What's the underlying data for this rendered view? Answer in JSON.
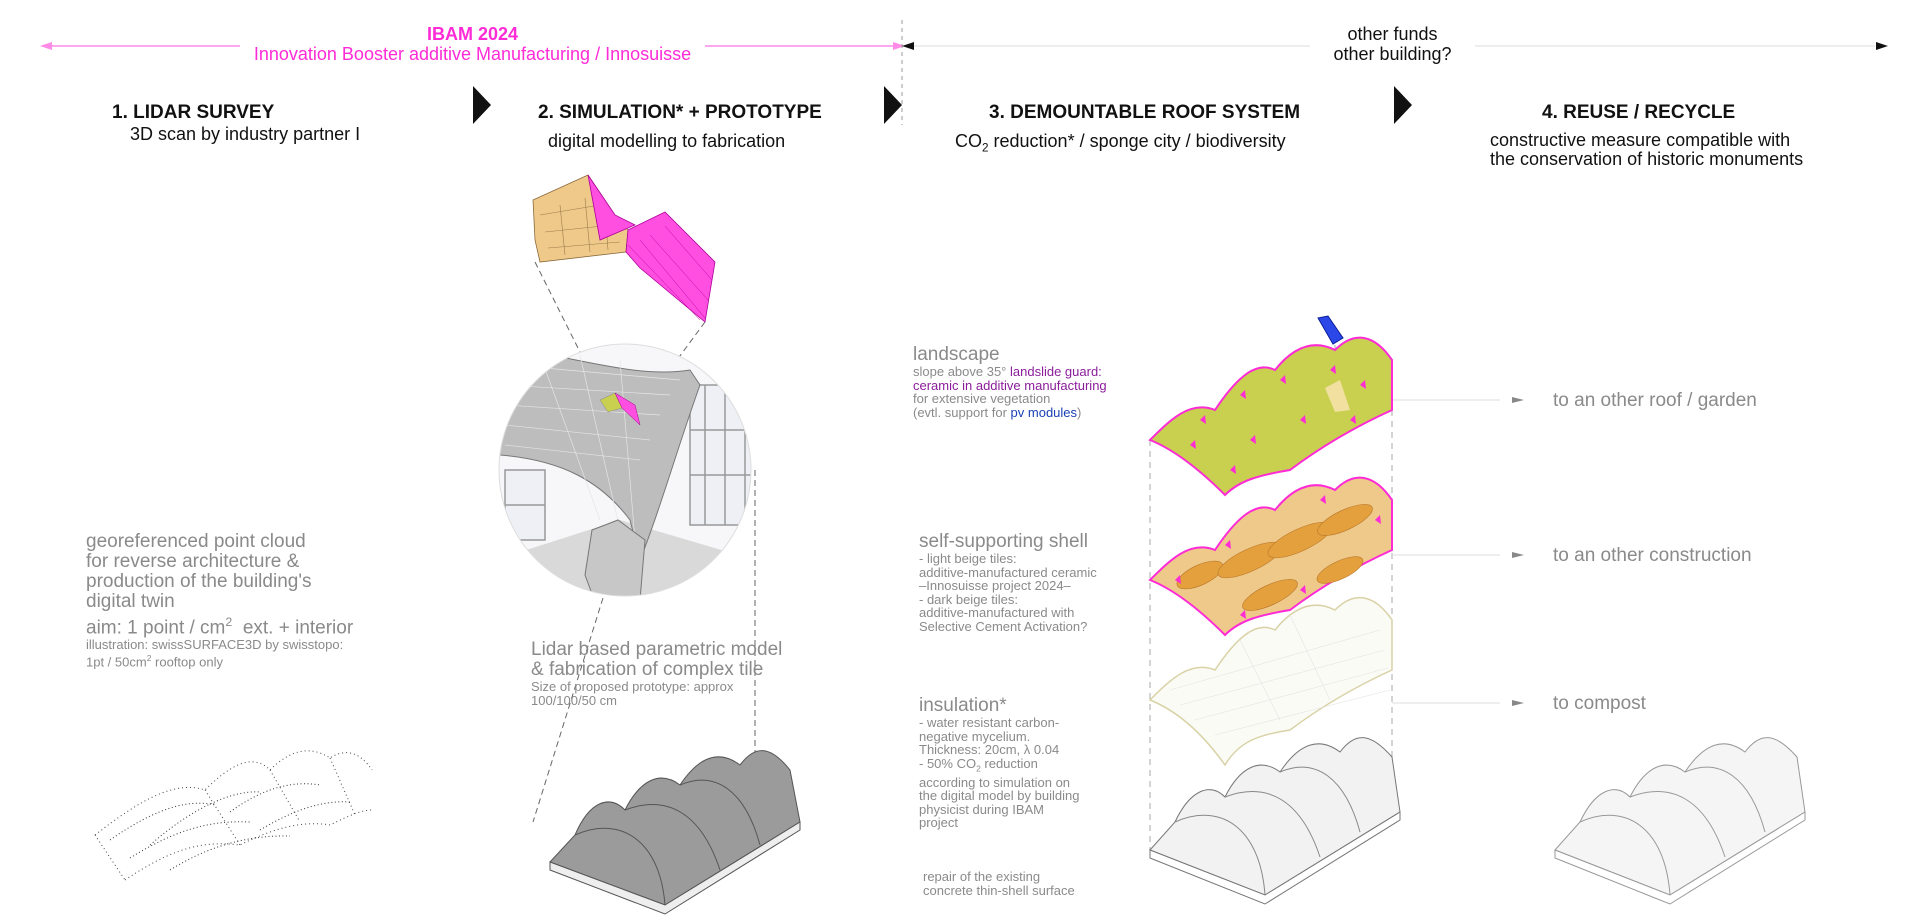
{
  "banner": {
    "ibam_title": "IBAM 2024",
    "ibam_subtitle": "Innovation Booster additive Manufacturing / Innosuisse",
    "other_line1": "other funds",
    "other_line2": "other building?"
  },
  "steps": [
    {
      "title": "1. LIDAR SURVEY",
      "subtitle": "3D scan by industry partner I"
    },
    {
      "title": "2. SIMULATION* + PROTOTYPE",
      "subtitle": "digital modelling to fabrication"
    },
    {
      "title": "3. DEMOUNTABLE ROOF SYSTEM",
      "subtitle_pre": "CO",
      "subtitle_sub": "2",
      "subtitle_post": " reduction* / sponge city / biodiversity"
    },
    {
      "title": "4. REUSE / RECYCLE",
      "subtitle_line1": "constructive measure compatible with",
      "subtitle_line2": "the conservation of historic monuments"
    }
  ],
  "lidar": {
    "l1": "georeferenced point cloud",
    "l2": "for reverse architecture &",
    "l3": "production of the building's",
    "l4": "digital twin",
    "aim_pre": "aim: 1 point / cm",
    "aim_sup": "2",
    "aim_post": "  ext. + interior",
    "s1": "illustration: swissSURFACE3D by swisstopo:",
    "s2_pre": "1pt / 50cm",
    "s2_sup": "2",
    "s2_post": " rooftop only"
  },
  "simulation": {
    "l1": "Lidar based parametric model",
    "l2": "& fabrication of complex tile",
    "s1": "Size of proposed prototype: approx",
    "s2": "100/100/50 cm"
  },
  "layers": {
    "landscape_title": "landscape",
    "landscape_l1_pre": "slope above 35° ",
    "landscape_l1_hl": "landslide guard:",
    "landscape_l2_hl": "ceramic in additive manufacturing",
    "landscape_l3": "for extensive vegetation",
    "landscape_l4_pre": "(evtl. support for ",
    "landscape_l4_hl": "pv modules",
    "landscape_l4_post": ")",
    "shell_title": "self-supporting shell",
    "shell_l1": "- light beige tiles:",
    "shell_l2": "additive-manufactured ceramic",
    "shell_l3": "–Innosuisse project 2024–",
    "shell_l4": "- dark beige tiles:",
    "shell_l5": "additive-manufactured with",
    "shell_l6": "Selective Cement Activation?",
    "insulation_title": "insulation*",
    "ins_l1": "- water resistant carbon-",
    "ins_l2": "negative mycelium.",
    "ins_l3": "Thickness: 20cm, λ 0.04",
    "ins_l4_pre": "- 50% CO",
    "ins_l4_sub": "2",
    "ins_l4_post": " reduction",
    "ins_l5": "according to simulation on",
    "ins_l6": "the digital model by building",
    "ins_l7": "physicist during IBAM",
    "ins_l8": "project",
    "repair_l1": "repair of the existing",
    "repair_l2": "concrete thin-shell surface"
  },
  "reuse": {
    "r1": "to an other roof / garden",
    "r2": "to an other construction",
    "r3": "to compost"
  },
  "colors": {
    "magenta": "#ff2bd6",
    "green": "#c9cf4f",
    "beige": "#efc98a",
    "dark_beige": "#e3a03c",
    "grey_text": "#8a8a8a",
    "blue": "#1b3fb5"
  }
}
